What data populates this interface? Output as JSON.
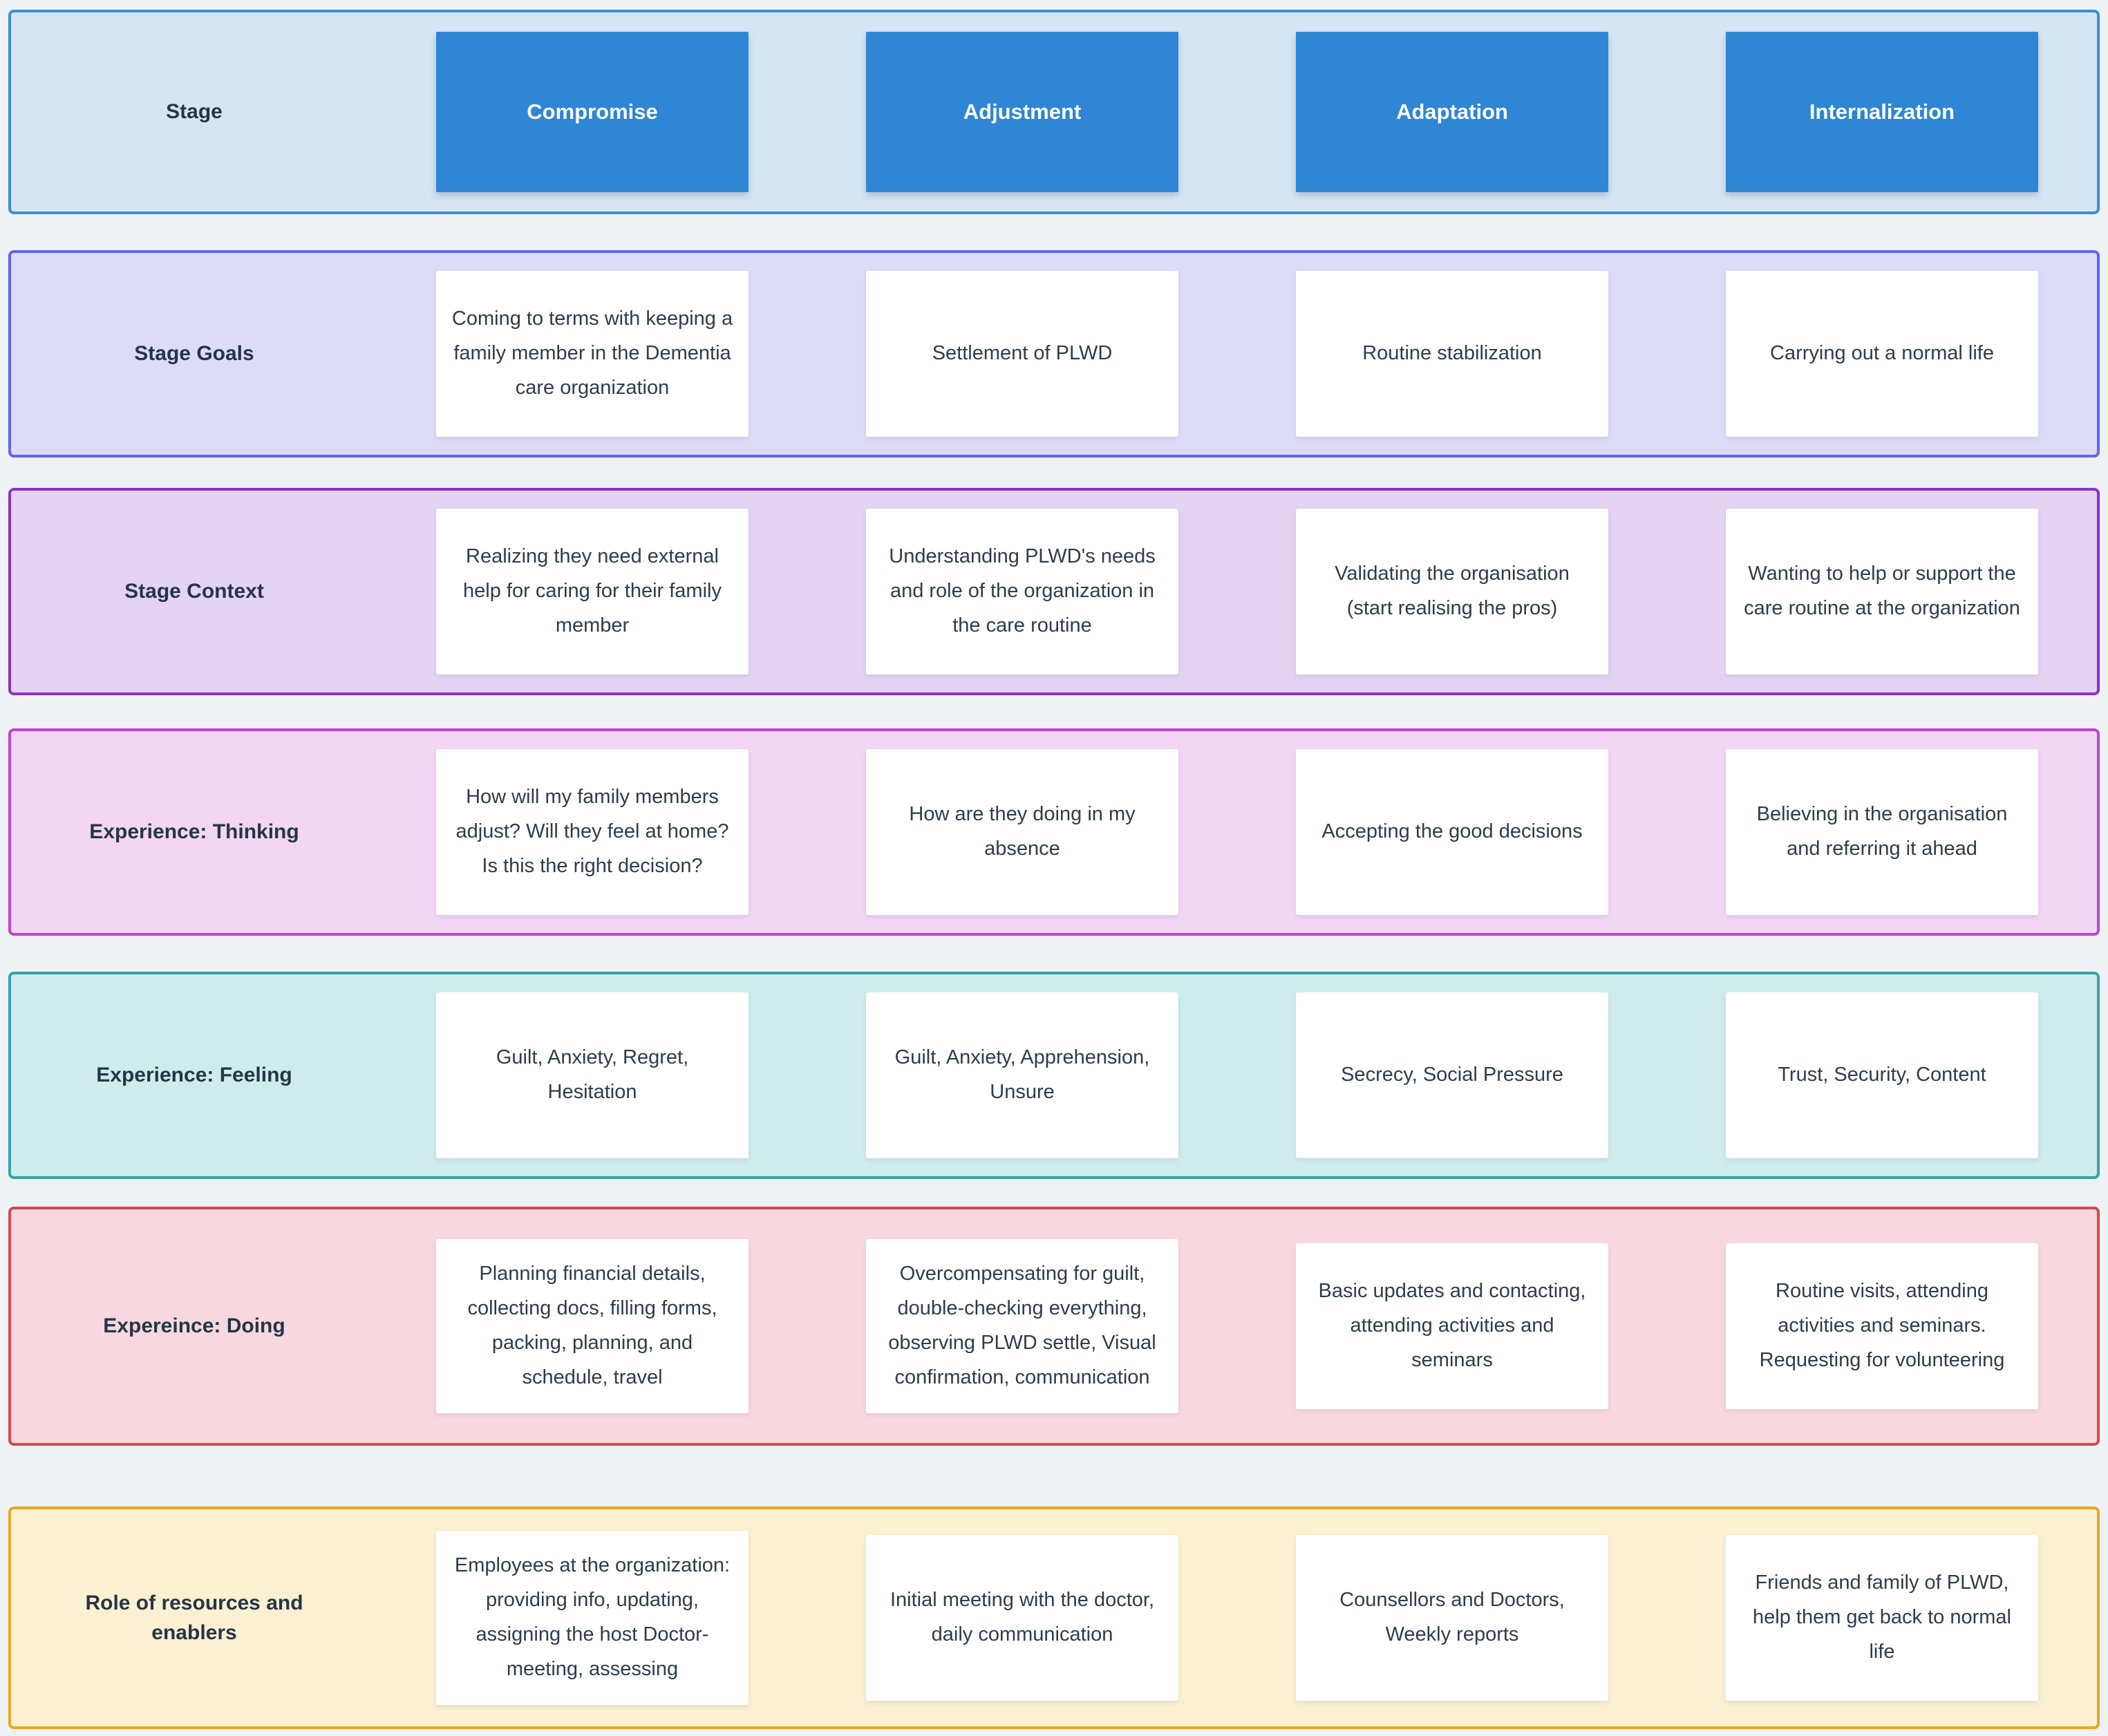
{
  "page": {
    "background": "#eef2f5",
    "text_color": "#2c3d4f",
    "label_color": "#243646"
  },
  "rows": [
    {
      "label": "Stage",
      "type": "stage-header",
      "bg": "#d6e5f3",
      "border": "#3e8ed0",
      "cell_bg": "#2e86d4",
      "cell_text": "#ffffff",
      "cells": [
        "Compromise",
        "Adjustment",
        "Adaptation",
        "Internalization"
      ]
    },
    {
      "label": "Stage Goals",
      "type": "cards",
      "bg": "#dddcf8",
      "border": "#6164ee",
      "cells": [
        "Coming to terms with keeping a family member in the Dementia care organization",
        "Settlement of PLWD",
        "Routine stabilization",
        "Carrying out a normal life"
      ]
    },
    {
      "label": "Stage Context",
      "type": "cards",
      "bg": "#e4d3f3",
      "border": "#8c2fd0",
      "cells": [
        "Realizing they need external help for caring for their family member",
        "Understanding PLWD's needs and role of the organization in the care routine",
        "Validating the organisation (start realising the pros)",
        "Wanting to help or support the care routine at the organization"
      ]
    },
    {
      "label": "Experience: Thinking",
      "type": "cards",
      "bg": "#f2d6f4",
      "border": "#c241d4",
      "cells": [
        "How will my family members adjust? Will they feel at home? Is this the right decision?",
        "How are they doing in my absence",
        "Accepting the good decisions",
        "Believing in the organisation and referring it ahead"
      ]
    },
    {
      "label": "Experience: Feeling",
      "type": "cards",
      "bg": "#cfeced",
      "border": "#35a2a8",
      "cells": [
        "Guilt, Anxiety, Regret, Hesitation",
        "Guilt, Anxiety, Apprehension, Unsure",
        "Secrecy, Social Pressure",
        "Trust, Security, Content"
      ]
    },
    {
      "label": "Expereince: Doing",
      "type": "cards",
      "bg": "#f8d8de",
      "border": "#d4494f",
      "cells": [
        "Planning financial details, collecting docs, filling forms, packing, planning, and schedule, travel",
        "Overcompensating for guilt, double-checking everything, observing PLWD settle, Visual confirmation, communication",
        "Basic updates and contacting, attending activities and seminars",
        "Routine visits, attending activities and seminars. Requesting for volunteering"
      ]
    },
    {
      "label": "Role of resources and enablers",
      "type": "cards",
      "bg": "#fbf0d1",
      "border": "#e2ab24",
      "cells": [
        "Employees at the organization: providing info, updating, assigning the host Doctor-meeting, assessing",
        "Initial meeting with the doctor, daily communication",
        "Counsellors and Doctors, Weekly reports",
        "Friends and family of PLWD, help them get back to normal life"
      ]
    }
  ]
}
